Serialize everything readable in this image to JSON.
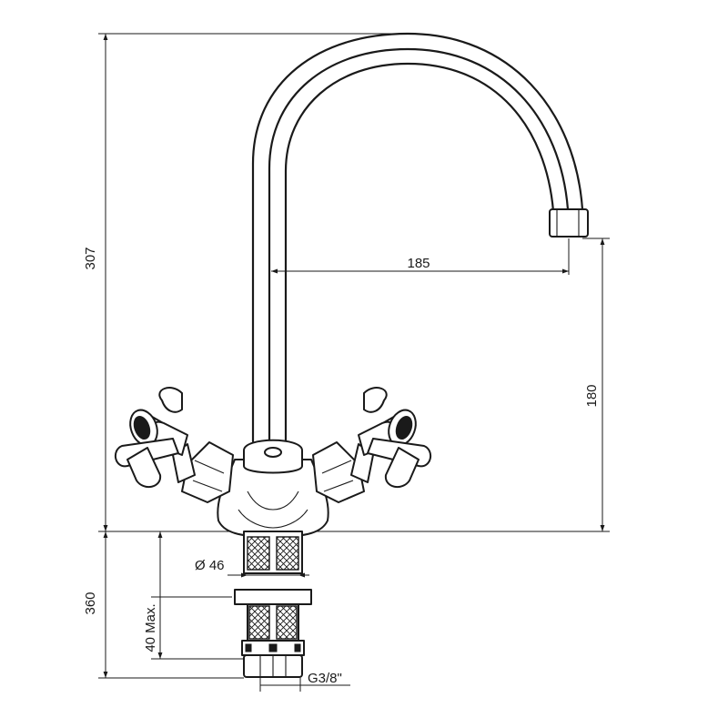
{
  "dimensions": {
    "total_height": "307",
    "spout_reach": "185",
    "spout_height": "180",
    "shank_length": "360",
    "max_deck_thickness": "40 Max.",
    "shank_diameter": "Ø 46",
    "thread": "G3/8\""
  },
  "icons": {
    "arrowhead": "arrowhead-icon",
    "handle": "cross-handle-icon",
    "knurl": "knurled-shank-icon"
  }
}
